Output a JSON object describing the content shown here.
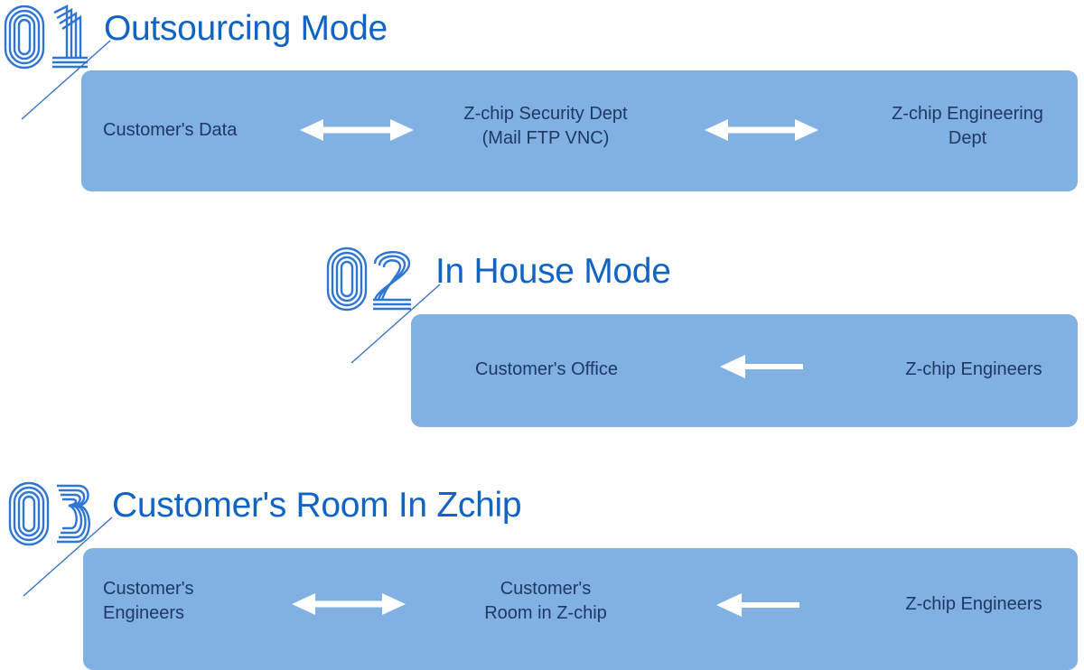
{
  "theme": {
    "page_background": "#FFFFFF",
    "bar_fill": "#81B0E2",
    "title_color": "#1164C4",
    "numeral_color": "#2E75D4",
    "body_text_color": "#1F3864",
    "arrow_color": "#FFFFFF",
    "leader_line_color": "#2E6FC4"
  },
  "sections": [
    {
      "number": "01",
      "title": "Outsourcing Mode",
      "nodes": [
        {
          "label": "Customer's Data",
          "align": "left"
        },
        {
          "label": "Z-chip Security Dept\n(Mail FTP VNC)",
          "align": "center"
        },
        {
          "label": "Z-chip Engineering\nDept",
          "align": "center"
        }
      ],
      "arrows": [
        {
          "direction": "both"
        },
        {
          "direction": "both"
        }
      ]
    },
    {
      "number": "02",
      "title": "In House Mode",
      "nodes": [
        {
          "label": "Customer's Office",
          "align": "center"
        },
        {
          "label": "Z-chip Engineers",
          "align": "center"
        }
      ],
      "arrows": [
        {
          "direction": "left"
        }
      ]
    },
    {
      "number": "03",
      "title": "Customer's Room In Zchip",
      "nodes": [
        {
          "label": "Customer's\nEngineers",
          "align": "left"
        },
        {
          "label": "Customer's\nRoom in Z-chip",
          "align": "center"
        },
        {
          "label": "Z-chip Engineers",
          "align": "center"
        }
      ],
      "arrows": [
        {
          "direction": "both"
        },
        {
          "direction": "left"
        }
      ]
    }
  ]
}
